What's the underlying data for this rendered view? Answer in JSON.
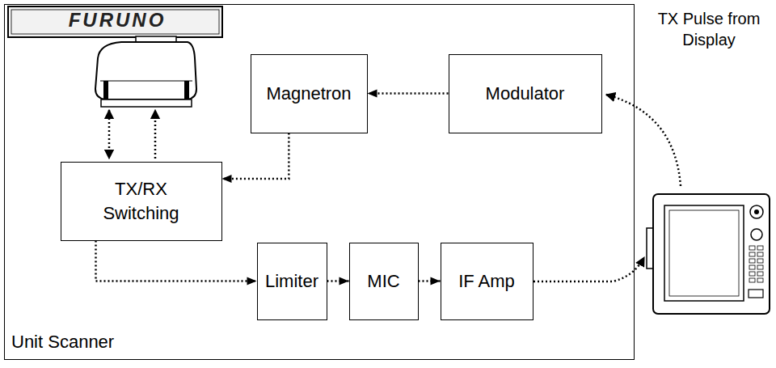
{
  "diagram": {
    "nodes": [
      {
        "text": [
          "Unit Scanner"
        ]
      },
      {
        "text": [
          "Magnetron"
        ],
        "in": 0
      },
      {
        "text": [
          "Modulator"
        ],
        "in": 0
      },
      {
        "text": [
          "TX/RX Switching"
        ],
        "in": 0
      },
      {
        "text": [
          "Limiter"
        ],
        "in": 0
      },
      {
        "text": [
          "MIC"
        ],
        "in": 0
      },
      {
        "text": [
          "IF Amp"
        ],
        "in": 0
      }
    ],
    "edges": [
      {
        "from": 2,
        "to": 1,
        "arrow": "to"
      },
      {
        "from": 1,
        "to": 3,
        "arrow": "to"
      },
      {
        "from": 3,
        "to": 4,
        "arrow": "to"
      },
      {
        "from": 4,
        "to": 5,
        "arrow": "to"
      },
      {
        "from": 5,
        "to": 6,
        "arrow": "to"
      }
    ],
    "labels": [
      "FURUNO",
      "TX Pulse from Display"
    ]
  }
}
